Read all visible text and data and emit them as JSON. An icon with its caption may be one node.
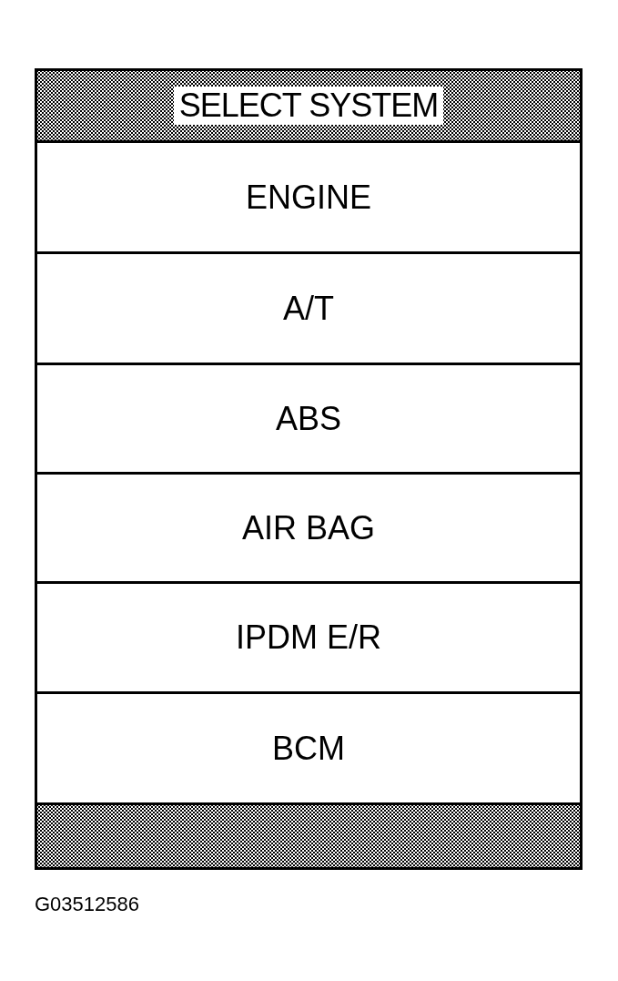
{
  "diagram": {
    "nodes": [
      {
        "text": [
          "SELECT SYSTEM"
        ]
      },
      {
        "text": [
          "ENGINE"
        ]
      },
      {
        "text": [
          "A/T"
        ]
      },
      {
        "text": [
          "ABS"
        ]
      },
      {
        "text": [
          "AIR BAG"
        ]
      },
      {
        "text": [
          "IPDM E/R"
        ]
      },
      {
        "text": [
          "BCM"
        ]
      },
      {
        "text": [],
        "shape": "bar"
      }
    ],
    "labels": [
      "G03512586"
    ]
  }
}
